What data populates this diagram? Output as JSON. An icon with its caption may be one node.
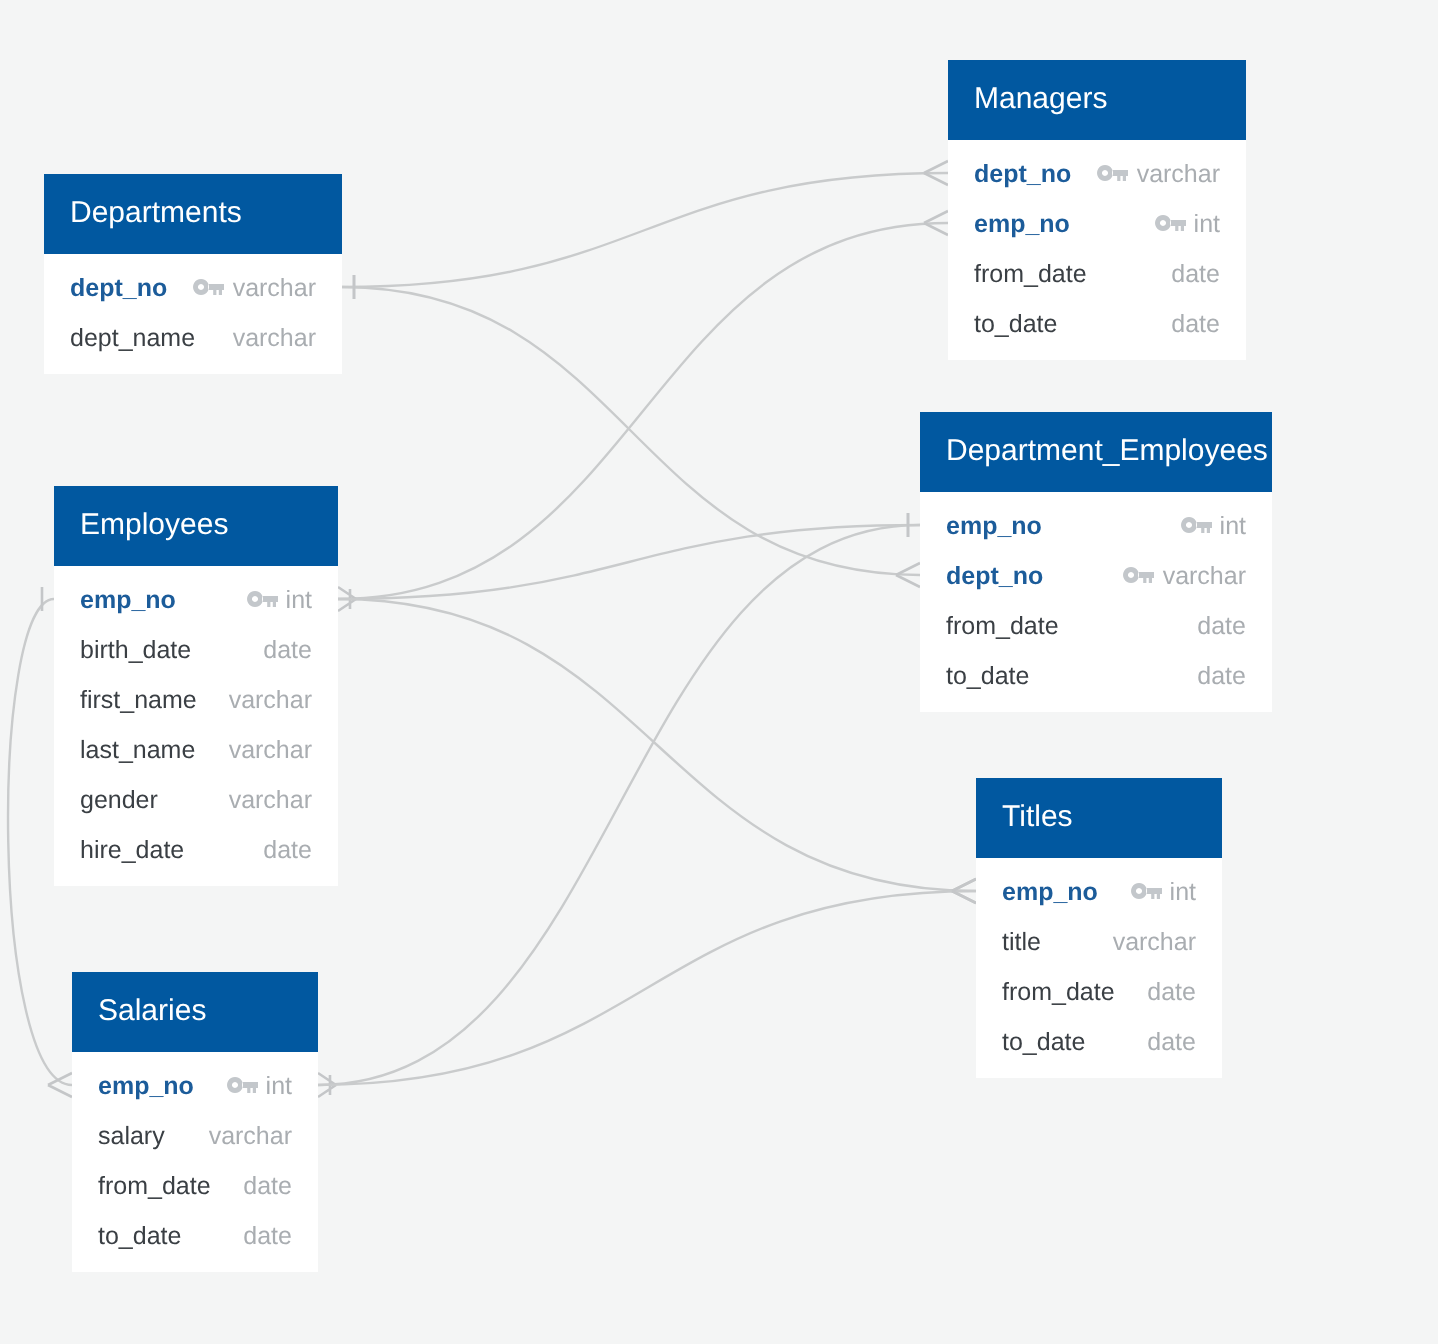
{
  "diagram": {
    "nodes": [
      {
        "text": [
          "Departments"
        ]
      },
      {
        "text": [
          "dept_no",
          "varchar"
        ],
        "in": 0
      },
      {
        "text": [
          "dept_name",
          "varchar"
        ],
        "in": 0
      },
      {
        "text": [
          "Managers"
        ]
      },
      {
        "text": [
          "dept_no",
          "varchar"
        ],
        "in": 3
      },
      {
        "text": [
          "emp_no",
          "int"
        ],
        "in": 3
      },
      {
        "text": [
          "from_date",
          "date"
        ],
        "in": 3
      },
      {
        "text": [
          "to_date",
          "date"
        ],
        "in": 3
      },
      {
        "text": [
          "Employees"
        ]
      },
      {
        "text": [
          "emp_no",
          "int"
        ],
        "in": 8
      },
      {
        "text": [
          "birth_date",
          "date"
        ],
        "in": 8
      },
      {
        "text": [
          "first_name",
          "varchar"
        ],
        "in": 8
      },
      {
        "text": [
          "last_name",
          "varchar"
        ],
        "in": 8
      },
      {
        "text": [
          "gender",
          "varchar"
        ],
        "in": 8
      },
      {
        "text": [
          "hire_date",
          "date"
        ],
        "in": 8
      },
      {
        "text": [
          "Department_Employees"
        ]
      },
      {
        "text": [
          "emp_no",
          "int"
        ],
        "in": 15
      },
      {
        "text": [
          "dept_no",
          "varchar"
        ],
        "in": 15
      },
      {
        "text": [
          "from_date",
          "date"
        ],
        "in": 15
      },
      {
        "text": [
          "to_date",
          "date"
        ],
        "in": 15
      },
      {
        "text": [
          "Titles"
        ]
      },
      {
        "text": [
          "emp_no",
          "int"
        ],
        "in": 20
      },
      {
        "text": [
          "title",
          "varchar"
        ],
        "in": 20
      },
      {
        "text": [
          "from_date",
          "date"
        ],
        "in": 20
      },
      {
        "text": [
          "to_date",
          "date"
        ],
        "in": 20
      },
      {
        "text": [
          "Salaries"
        ]
      },
      {
        "text": [
          "emp_no",
          "int"
        ],
        "in": 25
      },
      {
        "text": [
          "salary",
          "varchar"
        ],
        "in": 25
      },
      {
        "text": [
          "from_date",
          "date"
        ],
        "in": 25
      },
      {
        "text": [
          "to_date",
          "date"
        ],
        "in": 25
      }
    ],
    "edges": [
      {
        "from": 1,
        "to": 4,
        "arrow": "other"
      },
      {
        "from": 1,
        "to": 17,
        "arrow": "other"
      },
      {
        "from": 9,
        "to": 5,
        "arrow": "other"
      },
      {
        "from": 16,
        "to": 9,
        "arrow": "other"
      },
      {
        "from": 9,
        "to": 21,
        "arrow": "other"
      },
      {
        "from": 9,
        "to": 26,
        "arrow": "other"
      },
      {
        "from": 16,
        "to": 26,
        "arrow": "other"
      },
      {
        "from": 26,
        "to": 21,
        "arrow": "other"
      }
    ]
  }
}
